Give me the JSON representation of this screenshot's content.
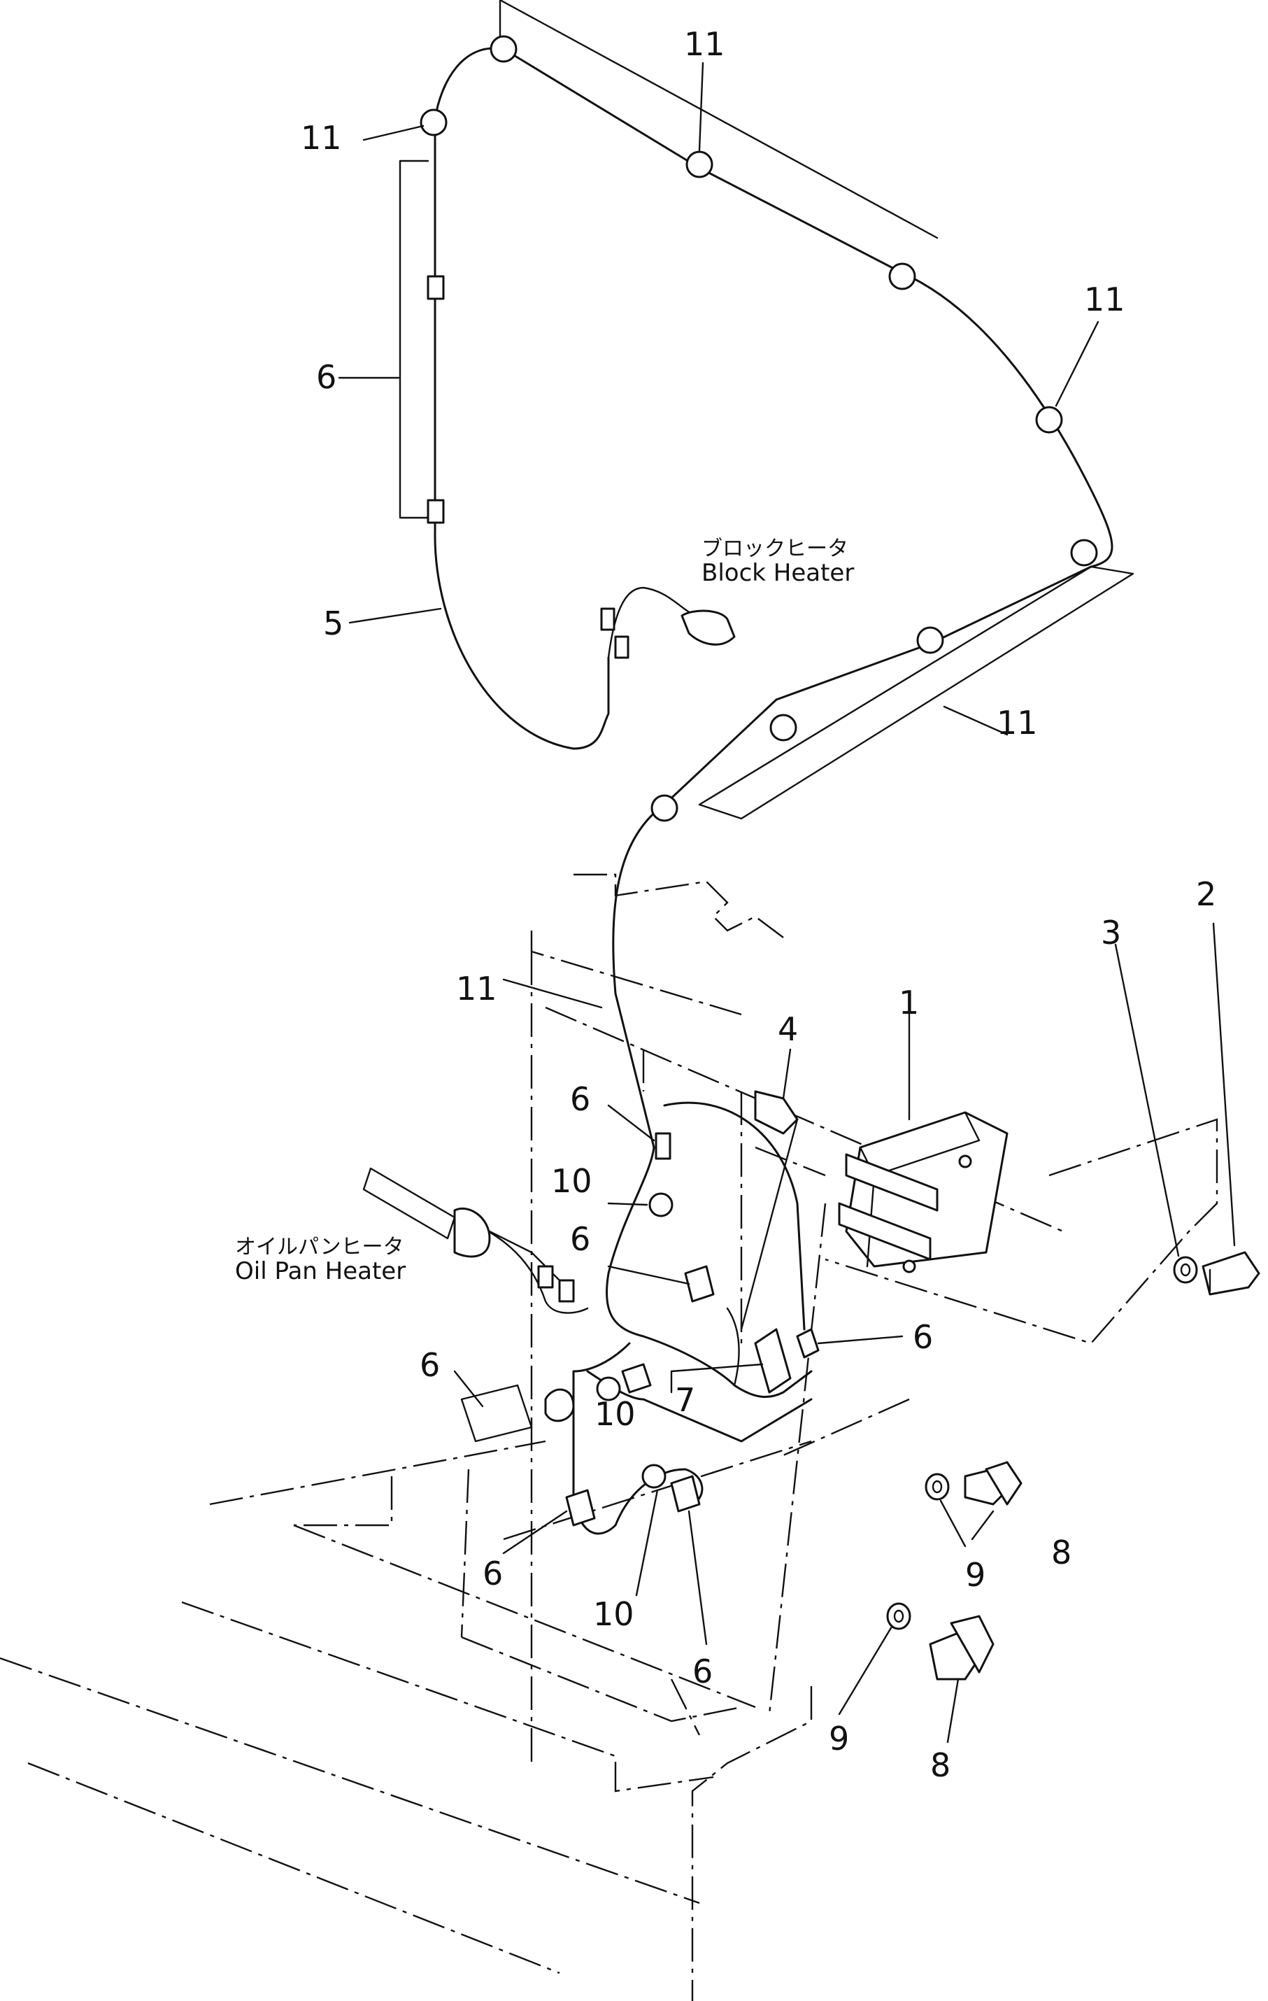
{
  "callouts": {
    "c1": "1",
    "c2": "2",
    "c3": "3",
    "c4": "4",
    "c5": "5",
    "c6a": "6",
    "c6b": "6",
    "c6c": "6",
    "c6d": "6",
    "c6e": "6",
    "c6f": "6",
    "c6g": "6",
    "c7": "7",
    "c8a": "8",
    "c8b": "8",
    "c9a": "9",
    "c9b": "9",
    "c10a": "10",
    "c10b": "10",
    "c10c": "10",
    "c11a": "11",
    "c11b": "11",
    "c11c": "11",
    "c11d": "11",
    "c11e": "11"
  },
  "notes": {
    "block_heater_jp": "ブロックヒータ",
    "block_heater_en": "Block Heater",
    "oil_pan_heater_jp": "オイルパンヒータ",
    "oil_pan_heater_en": "Oil Pan Heater"
  }
}
